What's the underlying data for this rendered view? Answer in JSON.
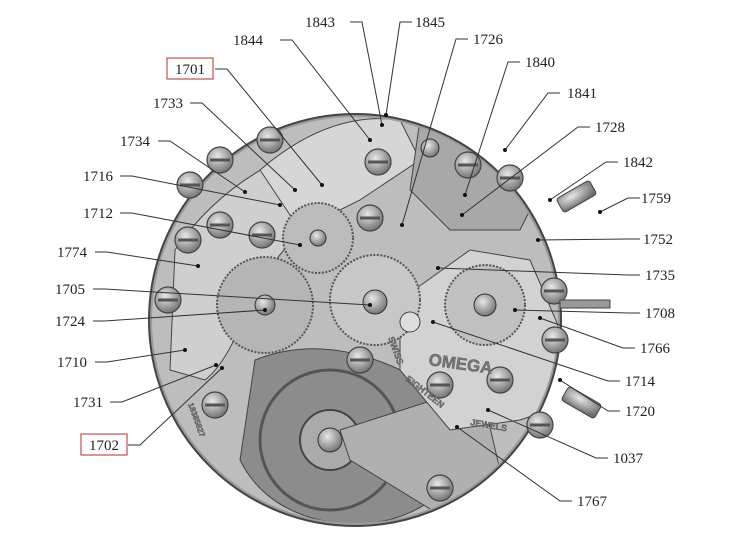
{
  "title": "Omega chronograph movement exploded callout diagram",
  "engravings": {
    "brand": "OMEGA",
    "swiss": "SWISS",
    "eighteen": "EIGHTEEN",
    "jewels": "JEWELS",
    "serial": "18385827"
  },
  "colors": {
    "plate": "#b9b9b9",
    "plate_dark": "#8f8f8f",
    "outline": "#444444",
    "highlight_box": "#c0504d"
  },
  "labels": [
    {
      "text": "1843",
      "boxed": false
    },
    {
      "text": "1845",
      "boxed": false
    },
    {
      "text": "1844",
      "boxed": false
    },
    {
      "text": "1726",
      "boxed": false
    },
    {
      "text": "1840",
      "boxed": false
    },
    {
      "text": "1841",
      "boxed": false
    },
    {
      "text": "1728",
      "boxed": false
    },
    {
      "text": "1842",
      "boxed": false
    },
    {
      "text": "1759",
      "boxed": false
    },
    {
      "text": "1752",
      "boxed": false
    },
    {
      "text": "1735",
      "boxed": false
    },
    {
      "text": "1708",
      "boxed": false
    },
    {
      "text": "1766",
      "boxed": false
    },
    {
      "text": "1714",
      "boxed": false
    },
    {
      "text": "1720",
      "boxed": false
    },
    {
      "text": "1037",
      "boxed": false
    },
    {
      "text": "1767",
      "boxed": false
    },
    {
      "text": "1701",
      "boxed": true
    },
    {
      "text": "1733",
      "boxed": false
    },
    {
      "text": "1734",
      "boxed": false
    },
    {
      "text": "1716",
      "boxed": false
    },
    {
      "text": "1712",
      "boxed": false
    },
    {
      "text": "1774",
      "boxed": false
    },
    {
      "text": "1705",
      "boxed": false
    },
    {
      "text": "1724",
      "boxed": false
    },
    {
      "text": "1710",
      "boxed": false
    },
    {
      "text": "1731",
      "boxed": false
    },
    {
      "text": "1702",
      "boxed": true
    }
  ]
}
